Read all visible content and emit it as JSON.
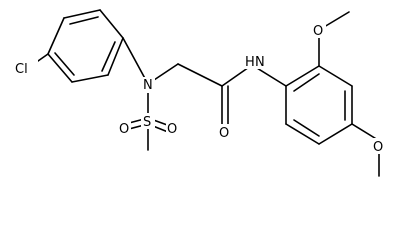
{
  "atoms": {
    "cl": "Cl",
    "n_sulfonamide": "N",
    "s": "S",
    "o_s_left": "O",
    "o_s_right": "O",
    "o_carbonyl": "O",
    "nh": "N",
    "h": "H",
    "o_methoxy_top": "O",
    "o_methoxy_bottom": "O"
  },
  "colors": {
    "bond": "#000000",
    "label": "#000000",
    "background": "#ffffff"
  }
}
